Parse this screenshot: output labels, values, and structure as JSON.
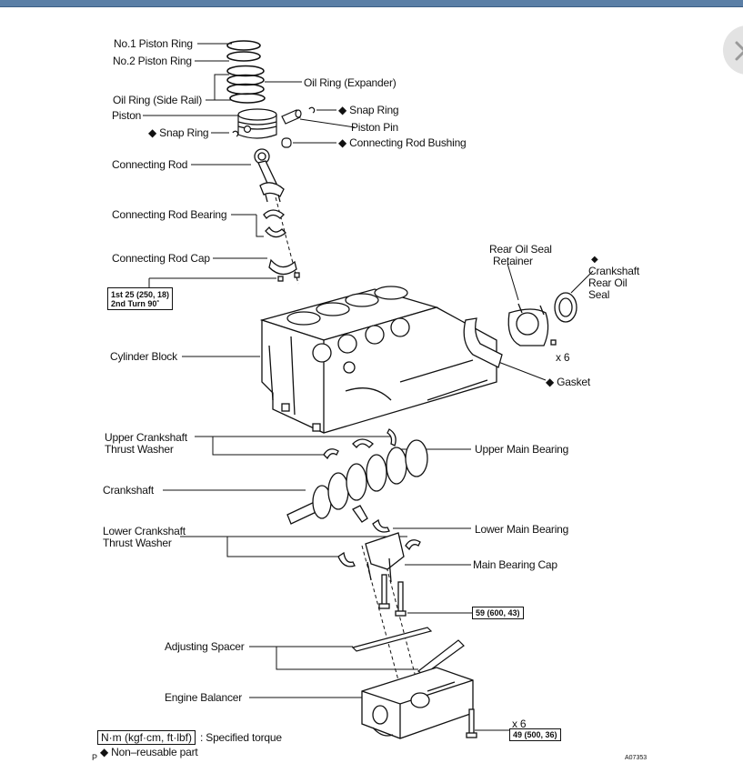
{
  "window": {
    "close_icon": "close-icon",
    "accent_color": "#5b7fa6"
  },
  "diagram": {
    "labels": {
      "no1_piston_ring": "No.1 Piston Ring",
      "no2_piston_ring": "No.2 Piston Ring",
      "oil_ring_expander": "Oil Ring (Expander)",
      "oil_ring_side_rail": "Oil Ring (Side Rail)",
      "piston": "Piston",
      "snap_ring_right": "◆ Snap Ring",
      "piston_pin": "Piston Pin",
      "snap_ring_left": "◆ Snap Ring",
      "connecting_rod_bushing": "◆ Connecting Rod Bushing",
      "connecting_rod": "Connecting Rod",
      "connecting_rod_bearing": "Connecting Rod Bearing",
      "connecting_rod_cap": "Connecting Rod Cap",
      "rear_oil_seal_retainer_1": "Rear Oil Seal",
      "rear_oil_seal_retainer_2": "Retainer",
      "crankshaft_rear_oil_seal_mark": "◆",
      "crankshaft_rear_oil_seal_1": "Crankshaft",
      "crankshaft_rear_oil_seal_2": "Rear Oil",
      "crankshaft_rear_oil_seal_3": "Seal",
      "retainer_bolt_count": "x 6",
      "cylinder_block": "Cylinder Block",
      "gasket": "◆ Gasket",
      "upper_thrust_washer_1": "Upper Crankshaft",
      "upper_thrust_washer_2": "Thrust Washer",
      "upper_main_bearing": "Upper Main Bearing",
      "crankshaft": "Crankshaft",
      "lower_thrust_washer_1": "Lower Crankshaft",
      "lower_thrust_washer_2": "Thrust Washer",
      "lower_main_bearing": "Lower Main Bearing",
      "main_bearing_cap": "Main Bearing Cap",
      "adjusting_spacer": "Adjusting Spacer",
      "engine_balancer": "Engine Balancer",
      "balancer_bolt_count": "x 6"
    },
    "torque_specs": {
      "rod_cap_line1": "1st 25 (250, 18)",
      "rod_cap_line2": "2nd Turn 90˚",
      "main_cap": "59 (600, 43)",
      "balancer": "49 (500, 36)"
    },
    "legend": {
      "torque_unit": "N·m (kgf·cm, ft·lbf)",
      "torque_text": ": Specified torque",
      "prefix": "P",
      "non_reusable": "◆ Non–reusable part"
    },
    "figure_code": "A07353"
  }
}
